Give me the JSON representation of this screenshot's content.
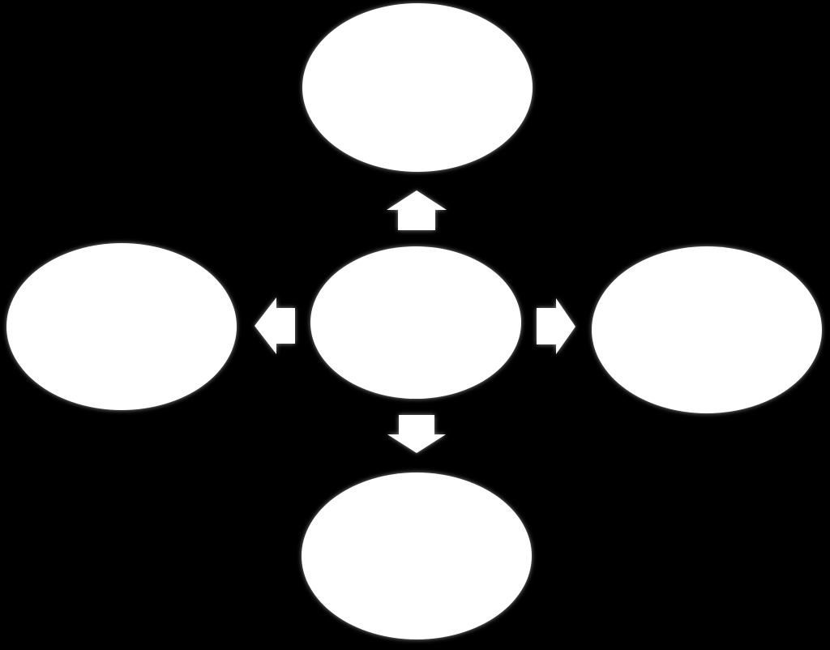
{
  "diagram": {
    "type": "hub-and-spoke",
    "background_color": "#000000",
    "node_fill": "#ffffff",
    "arrow_fill": "#ffffff",
    "nodes": {
      "center": {
        "label": ""
      },
      "top": {
        "label": ""
      },
      "left": {
        "label": ""
      },
      "right": {
        "label": ""
      },
      "bottom": {
        "label": ""
      }
    },
    "arrows": [
      {
        "from": "center",
        "to": "top",
        "direction": "up"
      },
      {
        "from": "center",
        "to": "left",
        "direction": "left"
      },
      {
        "from": "center",
        "to": "right",
        "direction": "right"
      },
      {
        "from": "center",
        "to": "bottom",
        "direction": "down"
      }
    ]
  }
}
